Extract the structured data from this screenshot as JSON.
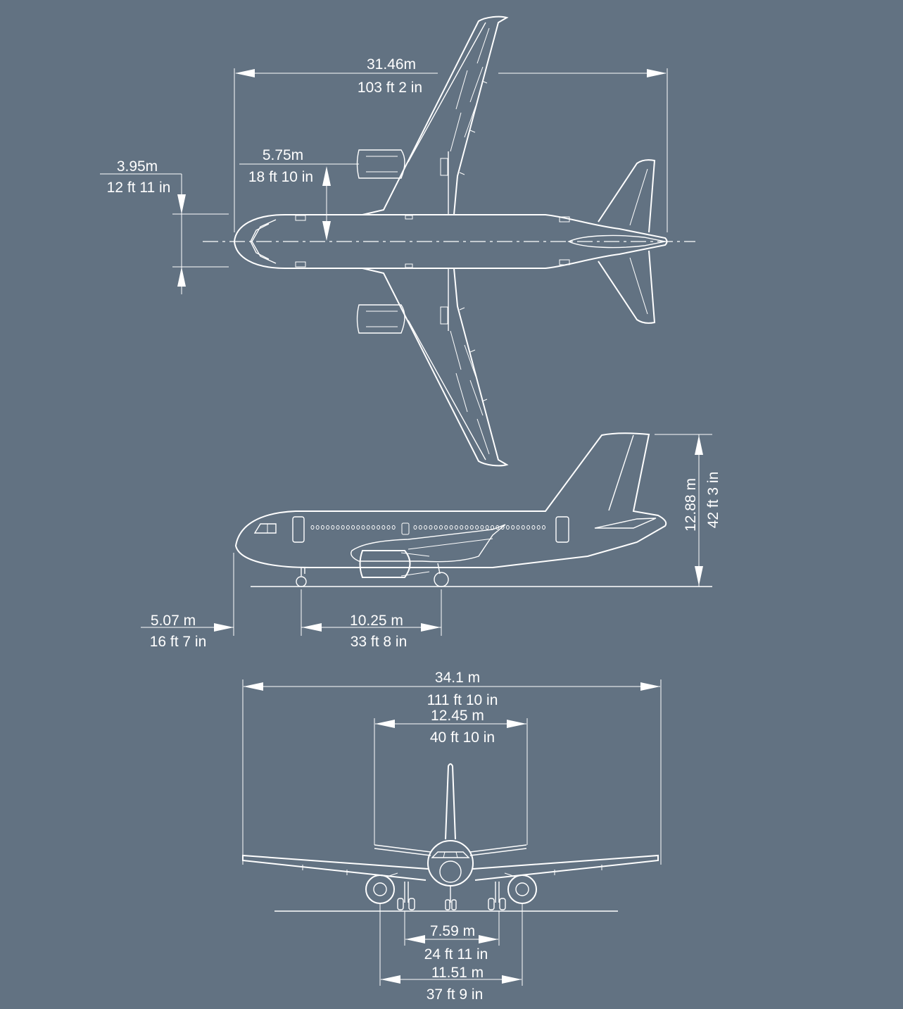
{
  "colors": {
    "background": "#627282",
    "line": "#ffffff"
  },
  "dimensions": {
    "span_top": {
      "metric": "31.46m",
      "imperial": "103 ft 2 in"
    },
    "fuselage_width": {
      "metric": "3.95m",
      "imperial": "12 ft 11 in"
    },
    "engine_offset": {
      "metric": "5.75m",
      "imperial": "18 ft 10 in"
    },
    "height": {
      "metric": "12.88 m",
      "imperial": "42 ft 3 in"
    },
    "nose_to_gear": {
      "metric": "5.07 m",
      "imperial": "16 ft 7 in"
    },
    "wheelbase": {
      "metric": "10.25 m",
      "imperial": "33 ft 8 in"
    },
    "wingspan": {
      "metric": "34.1 m",
      "imperial": "111 ft 10 in"
    },
    "tailplane_span": {
      "metric": "12.45 m",
      "imperial": "40 ft 10 in"
    },
    "main_gear_track": {
      "metric": "7.59 m",
      "imperial": "24 ft 11 in"
    },
    "engine_spacing": {
      "metric": "11.51 m",
      "imperial": "37 ft 9 in"
    }
  }
}
